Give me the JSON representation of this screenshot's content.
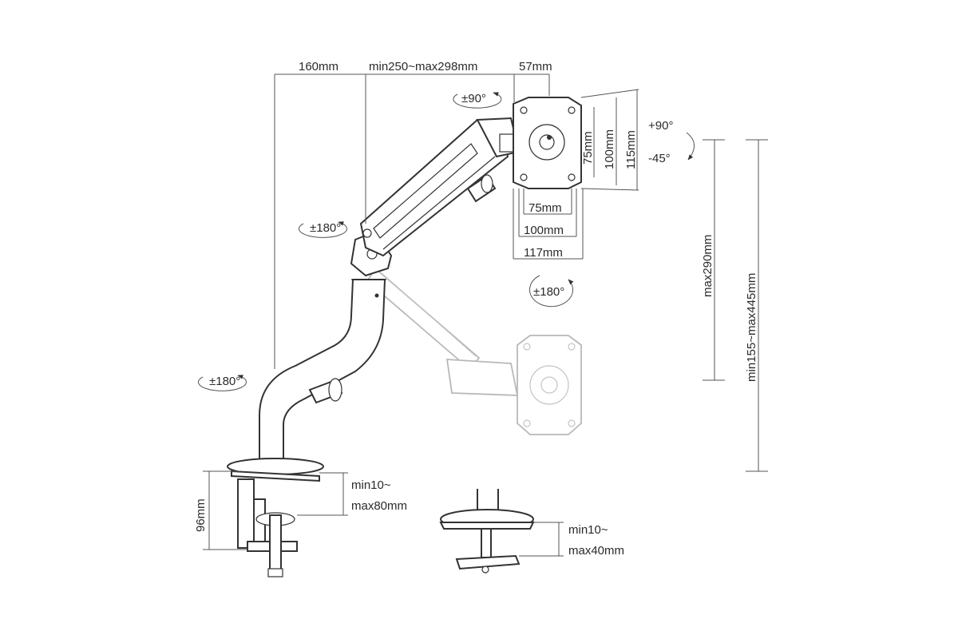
{
  "dimensions": {
    "top_offset": "160mm",
    "arm_length": "min250~max298mm",
    "plate_depth": "57mm",
    "vesa_h_75": "75mm",
    "vesa_h_100": "100mm",
    "plate_height": "115mm",
    "vesa_w_75": "75mm",
    "vesa_w_100": "100mm",
    "plate_width": "117mm",
    "max_height": "max290mm",
    "height_range": "min155~max445mm",
    "clamp_height": "96mm",
    "clamp_range_line1": "min10~",
    "clamp_range_line2": "max80mm",
    "grommet_range_line1": "min10~",
    "grommet_range_line2": "max40mm"
  },
  "rotations": {
    "head_swivel": "±90°",
    "tilt_up": "+90°",
    "tilt_down": "-45°",
    "arm_swivel": "±180°",
    "screen_rotation": "±180°",
    "base_swivel": "±180°"
  }
}
